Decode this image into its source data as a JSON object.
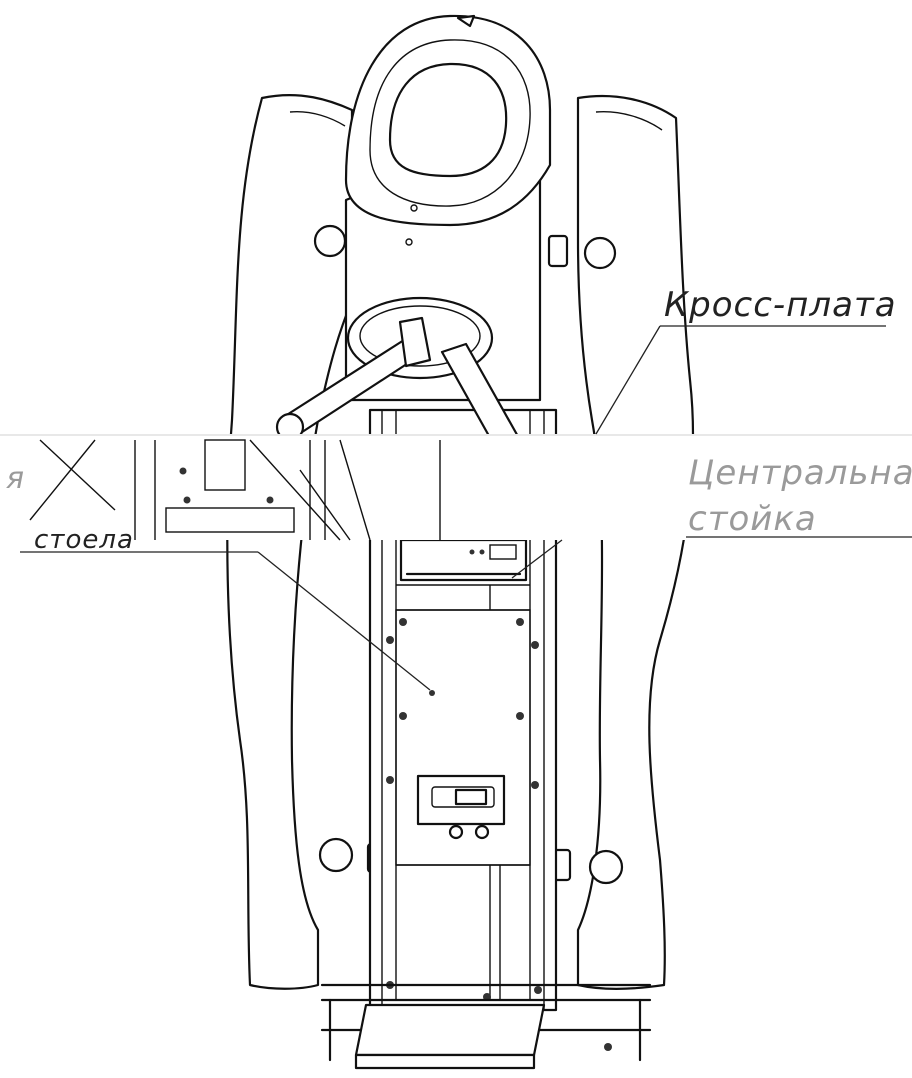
{
  "labels": {
    "cross_board": "Кросс-плата",
    "central_post_line1": "Центральная",
    "central_post_line2": "стойка",
    "left_fragment_1": "я",
    "left_fragment_2": "стоела"
  }
}
